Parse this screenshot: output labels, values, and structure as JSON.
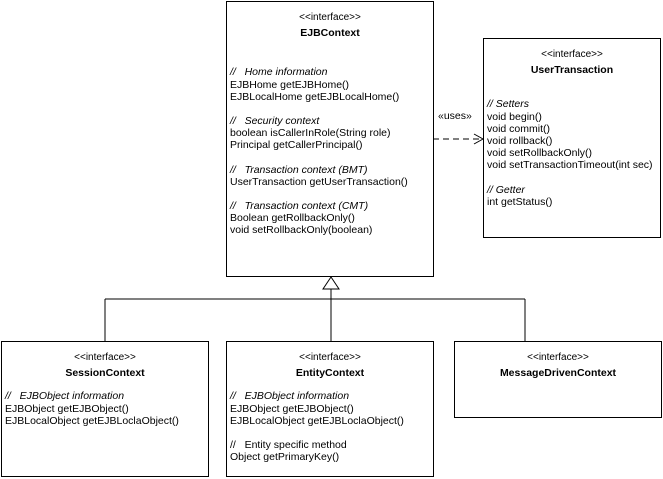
{
  "ejbcontext": {
    "stereotype": "<<interface>>",
    "name": "EJBContext",
    "home_comment": "//   Home information",
    "home_1": "EJBHome getEJBHome()",
    "home_2": "EJBLocalHome getEJBLocalHome()",
    "security_comment": "//   Security context",
    "security_1": "boolean isCallerInRole(String role)",
    "security_2": "Principal getCallerPrincipal()",
    "bmt_comment": "//   Transaction context (BMT)",
    "bmt_1": "UserTransaction getUserTransaction()",
    "cmt_comment": "//   Transaction context (CMT)",
    "cmt_1": "Boolean getRollbackOnly()",
    "cmt_2": "void setRollbackOnly(boolean)"
  },
  "usertransaction": {
    "stereotype": "<<interface>>",
    "name": "UserTransaction",
    "setters_comment": "// Setters",
    "m1": "void begin()",
    "m2": "void commit()",
    "m3": "void rollback()",
    "m4": "void setRollbackOnly()",
    "m5": "void setTransactionTimeout(int sec)",
    "getter_comment": "// Getter",
    "m6": "int getStatus()"
  },
  "sessioncontext": {
    "stereotype": "<<interface>>",
    "name": "SessionContext",
    "comment": "//   EJBObject information",
    "m1": "EJBObject getEJBObject()",
    "m2": "EJBLocalObject getEJBLoclaObject()"
  },
  "entitycontext": {
    "stereotype": "<<interface>>",
    "name": "EntityContext",
    "comment": "//   EJBObject information",
    "m1": "EJBObject getEJBObject()",
    "m2": "EJBLocalObject getEJBLoclaObject()",
    "specific_comment": "//   Entity specific method",
    "m3": "Object getPrimaryKey()"
  },
  "messagedrivencontext": {
    "stereotype": "<<interface>>",
    "name": "MessageDrivenContext"
  },
  "uses_label": "«uses»"
}
